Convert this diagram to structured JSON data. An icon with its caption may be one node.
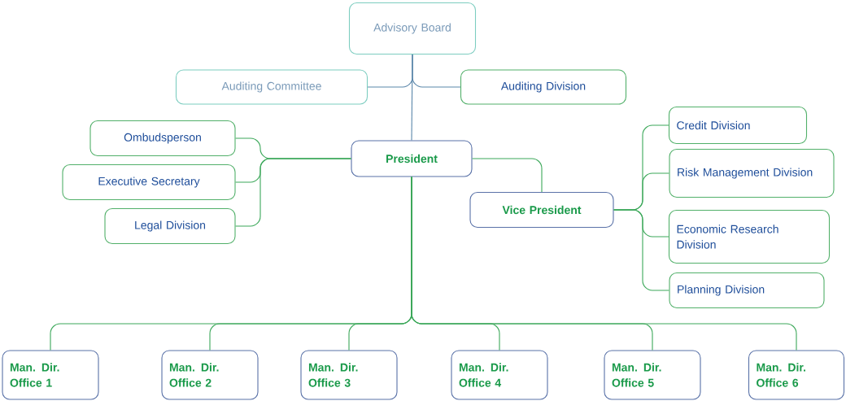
{
  "diagram": {
    "nodes": [
      {
        "text": [
          "Advisory Board"
        ]
      },
      {
        "text": [
          "Auditing Committee"
        ]
      },
      {
        "text": [
          "Auditing Division"
        ]
      },
      {
        "text": [
          "President"
        ]
      },
      {
        "text": [
          "Ombudsperson"
        ]
      },
      {
        "text": [
          "Executive Secretary"
        ]
      },
      {
        "text": [
          "Legal Division"
        ]
      },
      {
        "text": [
          "Vice President"
        ]
      },
      {
        "text": [
          "Credit Division"
        ]
      },
      {
        "text": [
          "Risk Management Division"
        ]
      },
      {
        "text": [
          "Economic Research Division"
        ]
      },
      {
        "text": [
          "Planning Division"
        ]
      },
      {
        "text": [
          "Man. Dir. Office 1"
        ]
      },
      {
        "text": [
          "Man. Dir. Office 2"
        ]
      },
      {
        "text": [
          "Man. Dir. Office 3"
        ]
      },
      {
        "text": [
          "Man. Dir. Office 4"
        ]
      },
      {
        "text": [
          "Man. Dir. Office 5"
        ]
      },
      {
        "text": [
          "Man. Dir. Office 6"
        ]
      }
    ],
    "edges": [
      {
        "from": 0,
        "to": 1,
        "arrow": "none",
        "color": "#5b87aa"
      },
      {
        "from": 0,
        "to": 2,
        "arrow": "none",
        "color": "#5b87aa"
      },
      {
        "from": 0,
        "to": 3,
        "arrow": "none",
        "color": "#5b87aa"
      },
      {
        "from": 3,
        "to": 4,
        "arrow": "none"
      },
      {
        "from": 3,
        "to": 5,
        "arrow": "none"
      },
      {
        "from": 3,
        "to": 6,
        "arrow": "none"
      },
      {
        "from": 3,
        "to": 7,
        "arrow": "none"
      },
      {
        "from": 7,
        "to": 8,
        "arrow": "none"
      },
      {
        "from": 7,
        "to": 9,
        "arrow": "none"
      },
      {
        "from": 7,
        "to": 10,
        "arrow": "none"
      },
      {
        "from": 7,
        "to": 11,
        "arrow": "none"
      },
      {
        "from": 3,
        "to": 12,
        "arrow": "none"
      },
      {
        "from": 3,
        "to": 13,
        "arrow": "none"
      },
      {
        "from": 3,
        "to": 14,
        "arrow": "none"
      },
      {
        "from": 3,
        "to": 15,
        "arrow": "none"
      },
      {
        "from": 3,
        "to": 16,
        "arrow": "none"
      },
      {
        "from": 3,
        "to": 17,
        "arrow": "none"
      }
    ]
  }
}
